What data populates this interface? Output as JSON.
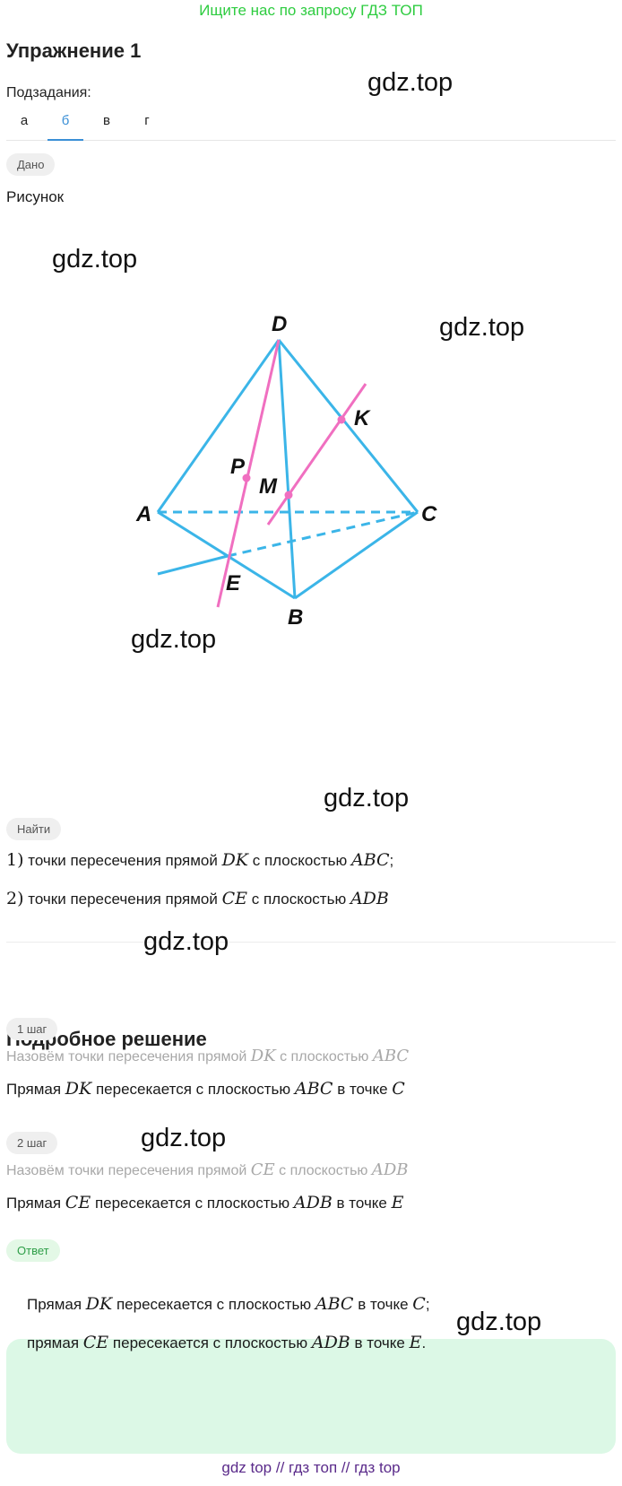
{
  "promo": "Ищите нас по запросу ГДЗ ТОП",
  "exercise_title": "Упражнение 1",
  "subtasks_label": "Подзадания:",
  "tabs": [
    "а",
    "б",
    "в",
    "г"
  ],
  "active_tab": "б",
  "given": {
    "pill": "Дано",
    "figure_label": "Рисунок",
    "points": [
      "D",
      "A",
      "C",
      "B",
      "E",
      "P",
      "M",
      "K"
    ]
  },
  "find": {
    "pill": "Найти",
    "item1": {
      "num": "1)",
      "t1": "точки пересечения прямой",
      "m1": "DK",
      "t2": "с плоскостью",
      "m2": "ABC",
      "end": ";"
    },
    "item2": {
      "num": "2)",
      "t1": "точки пересечения прямой",
      "m1": "CE",
      "t2": "с плоскостью",
      "m2": "ADB"
    }
  },
  "solution": {
    "heading": "Подробное решение",
    "step1": {
      "pill": "1 шаг",
      "note_t1": "Назовём точки пересечения прямой",
      "note_m1": "DK",
      "note_t2": "с плоскостью",
      "note_m2": "ABC",
      "t1": "Прямая",
      "m1": "DK",
      "t2": "пересекается с плоскостью",
      "m2": "ABC",
      "t3": "в точке",
      "m3": "C"
    },
    "step2": {
      "pill": "2 шаг",
      "note_t1": "Назовём точки пересечения прямой",
      "note_m1": "CE",
      "note_t2": "с плоскостью",
      "note_m2": "ADB",
      "t1": "Прямая",
      "m1": "CE",
      "t2": "пересекается с плоскостью",
      "m2": "ADB",
      "t3": "в точке",
      "m3": "E"
    }
  },
  "answer": {
    "pill": "Ответ",
    "line1": {
      "t1": "Прямая",
      "m1": "DK",
      "t2": "пересекается с плоскостью",
      "m2": "ABC",
      "t3": "в точке",
      "m3": "C",
      "end": ";"
    },
    "line2": {
      "t1": "прямая",
      "m1": "CE",
      "t2": "пересекается с плоскостью",
      "m2": "ADB",
      "t3": "в точке",
      "m3": "E",
      "end": "."
    }
  },
  "watermark": "gdz.top",
  "footer": {
    "link1": "gdz top",
    "sep": "//",
    "link2": "гдз топ",
    "link3": "гдз top"
  },
  "colors": {
    "figure_lines": "#3bb5e8",
    "figure_highlight": "#f06fc0",
    "promo": "#2ecc40",
    "active_tab": "#3a8fd6",
    "answer_bg": "#dcf8e6"
  }
}
